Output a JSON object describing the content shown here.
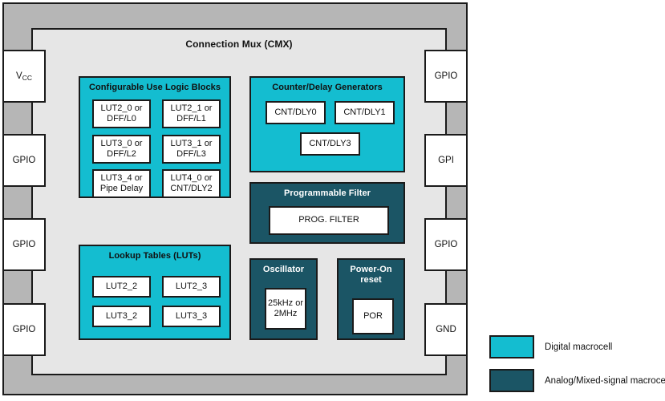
{
  "diagram": {
    "title": "Connection Mux (CMX)",
    "cmx_label": "Connection Mux (CMX)"
  },
  "pins": {
    "left": [
      {
        "label": "Vcc",
        "name": "pin-vcc",
        "has_subscript": true,
        "base": "V",
        "sub": "CC"
      },
      {
        "label": "GPIO",
        "name": "pin-gpio-left-1",
        "has_subscript": false
      },
      {
        "label": "GPIO",
        "name": "pin-gpio-left-2",
        "has_subscript": false
      },
      {
        "label": "GPIO",
        "name": "pin-gpio-left-3",
        "has_subscript": false
      }
    ],
    "right": [
      {
        "label": "GPIO",
        "name": "pin-gpio-right-1"
      },
      {
        "label": "GPI",
        "name": "pin-gpi-right-2"
      },
      {
        "label": "GPIO",
        "name": "pin-gpio-right-3"
      },
      {
        "label": "GND",
        "name": "pin-gnd-right-4"
      }
    ]
  },
  "blocks": {
    "culb": {
      "title": "Configurable Use Logic Blocks",
      "type": "digital",
      "cells": [
        "LUT2_0 or\nDFF/L0",
        "LUT2_1 or\nDFF/L1",
        "LUT3_0 or\nDFF/L2",
        "LUT3_1 or\nDFF/L3",
        "LUT3_4 or\nPipe Delay",
        "LUT4_0 or\nCNT/DLY2"
      ]
    },
    "luts": {
      "title": "Lookup Tables (LUTs)",
      "type": "digital",
      "cells": [
        "LUT2_2",
        "LUT2_3",
        "LUT3_2",
        "LUT3_3"
      ]
    },
    "counters": {
      "title": "Counter/Delay Generators",
      "type": "digital",
      "cells": [
        "CNT/DLY0",
        "CNT/DLY1",
        "CNT/DLY3"
      ]
    },
    "filter": {
      "title": "Programmable Filter",
      "type": "analog",
      "cells": [
        "PROG. FILTER"
      ]
    },
    "oscillator": {
      "title": "Oscillator",
      "type": "analog",
      "cells": [
        "25kHz or\n2MHz"
      ]
    },
    "por": {
      "title": "Power-On\nreset",
      "type": "analog",
      "cells": [
        "POR"
      ]
    }
  },
  "legend": {
    "items": [
      {
        "label": "Digital macrocell",
        "color": "#14bdd0",
        "type": "digital"
      },
      {
        "label": "Analog/Mixed-signal macrocell",
        "color": "#1b5565",
        "type": "analog"
      }
    ]
  },
  "colors": {
    "digital": "#14bdd0",
    "analog": "#1b5565",
    "frame_gray": "#b6b6b6",
    "core_gray": "#e6e6e6",
    "outline": "#1a1a1a",
    "cell_fill": "#ffffff"
  }
}
